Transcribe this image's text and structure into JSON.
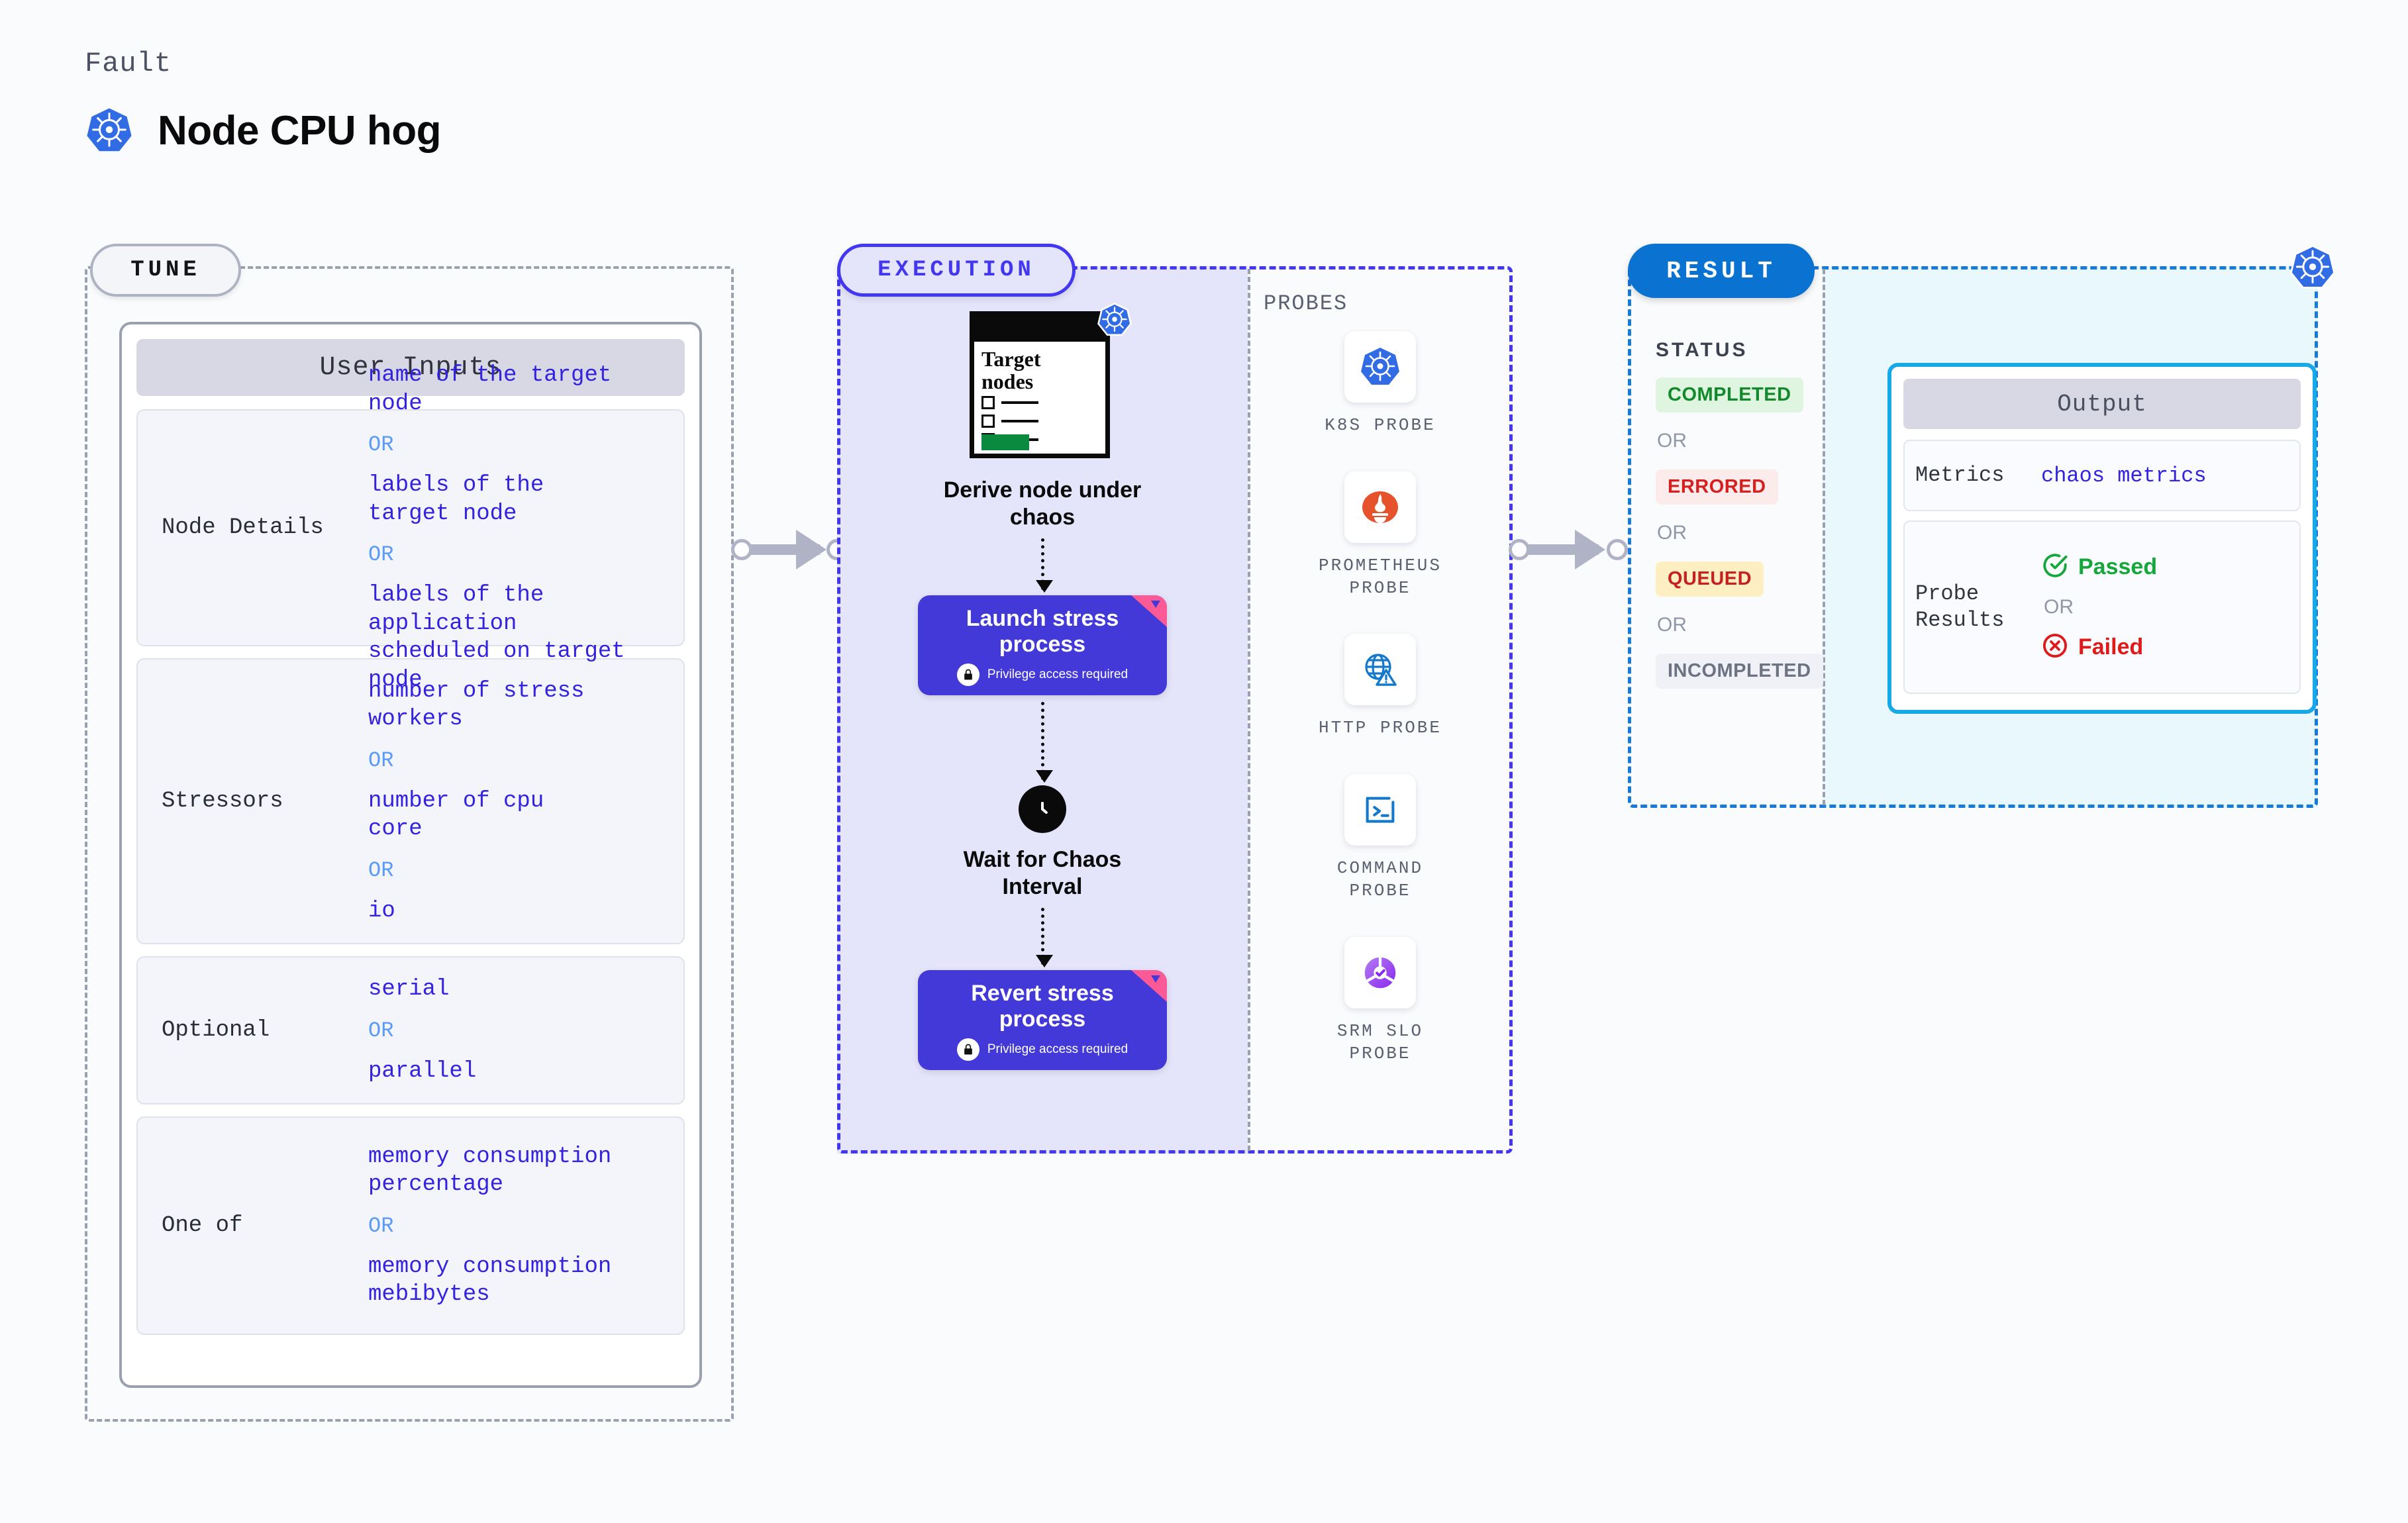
{
  "header": {
    "eyebrow": "Fault",
    "title": "Node CPU hog",
    "icon": "kubernetes-icon"
  },
  "tune": {
    "pill_label": "TUNE",
    "card_title": "User Inputs",
    "rows": [
      {
        "label": "Node Details",
        "values": [
          "name of the target\nnode",
          "labels of the\ntarget node",
          "labels of the application\n scheduled on target node"
        ],
        "separator": "OR"
      },
      {
        "label": "Stressors",
        "values": [
          "number of stress\nworkers",
          "number of cpu\ncore",
          "io"
        ],
        "separator": "OR"
      },
      {
        "label": "Optional",
        "values": [
          "serial",
          "parallel"
        ],
        "separator": "OR"
      },
      {
        "label": "One of",
        "values": [
          "memory consumption\npercentage",
          "memory consumption\nmebibytes"
        ],
        "separator": "OR"
      }
    ]
  },
  "execution": {
    "pill_label": "EXECUTION",
    "probes_label": "PROBES",
    "flow": {
      "doc_title": "Target\nnodes",
      "step1_caption": "Derive node under\nchaos",
      "step2_title": "Launch stress\nprocess",
      "step2_privilege": "Privilege access required",
      "step3_caption": "Wait for Chaos\nInterval",
      "step4_title": "Revert stress\nprocess",
      "step4_privilege": "Privilege access required"
    },
    "probes": [
      {
        "name": "K8S PROBE",
        "icon": "kubernetes-icon"
      },
      {
        "name": "PROMETHEUS\nPROBE",
        "icon": "prometheus-icon"
      },
      {
        "name": "HTTP PROBE",
        "icon": "globe-warning-icon"
      },
      {
        "name": "COMMAND\nPROBE",
        "icon": "terminal-icon"
      },
      {
        "name": "SRM SLO\nPROBE",
        "icon": "srm-slo-icon"
      }
    ]
  },
  "result": {
    "pill_label": "RESULT",
    "status_label": "STATUS",
    "separator": "OR",
    "statuses": [
      {
        "text": "COMPLETED",
        "bg": "#dff5e0",
        "fg": "#128a2c"
      },
      {
        "text": "ERRORED",
        "bg": "#fcebeb",
        "fg": "#d62020"
      },
      {
        "text": "QUEUED",
        "bg": "#fdefc2",
        "fg": "#c62020"
      },
      {
        "text": "INCOMPLETED",
        "bg": "#f0f1f6",
        "fg": "#6d7382"
      }
    ],
    "output": {
      "title": "Output",
      "metrics_label": "Metrics",
      "metrics_value": "chaos metrics",
      "probe_results_label": "Probe\nResults",
      "passed_text": "Passed",
      "failed_text": "Failed",
      "separator": "OR",
      "passed_color": "#14a83a",
      "failed_color": "#e01a1a"
    },
    "icon": "kubernetes-icon"
  },
  "colors": {
    "indigo": "#4338ef",
    "node_purple": "#4338d8",
    "result_blue": "#0a72d0",
    "cyan_border": "#17a8e8",
    "mono_blue": "#3322e0",
    "or_blue": "#5b9bf8"
  }
}
